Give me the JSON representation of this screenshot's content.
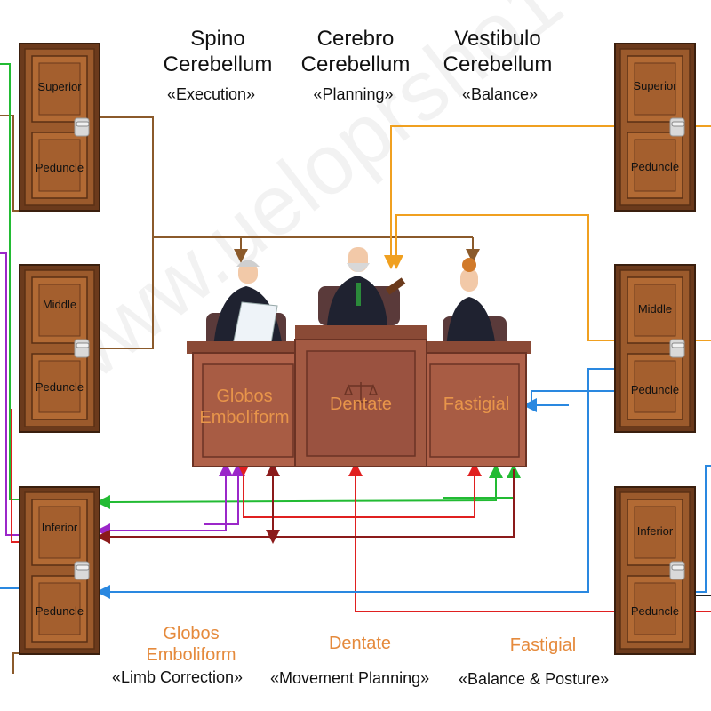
{
  "headers": [
    {
      "line1": "Spino",
      "line2": "Cerebellum",
      "role": "«Execution»"
    },
    {
      "line1": "Cerebro",
      "line2": "Cerebellum",
      "role": "«Planning»"
    },
    {
      "line1": "Vestibulo",
      "line2": "Cerebellum",
      "role": "«Balance»"
    }
  ],
  "left_doors": {
    "superior": {
      "top": "Superior",
      "bottom": "Peduncle"
    },
    "middle": {
      "top": "Middle",
      "bottom": "Peduncle"
    },
    "inferior": {
      "top": "Inferior",
      "bottom": "Peduncle"
    }
  },
  "right_doors": {
    "superior": {
      "top": "Superior",
      "bottom": "Peduncle"
    },
    "middle": {
      "top": "Middle",
      "bottom": "Peduncle"
    },
    "inferior": {
      "top": "Inferior",
      "bottom": "Peduncle"
    }
  },
  "desk": {
    "left_line1": "Globos",
    "left_line2": "Emboliform",
    "center": "Dentate",
    "right": "Fastigial"
  },
  "bottom_nuclei": {
    "globos_line1": "Globos",
    "globos_line2": "Emboliform",
    "dentate": "Dentate",
    "fastigial": "Fastigial"
  },
  "functions": {
    "limb": "«Limb Correction»",
    "movement": "«Movement Planning»",
    "balance": "«Balance & Posture»"
  },
  "watermark": "www.ueloprsho1",
  "colors": {
    "brown": "#8b5a2b",
    "orange": "#f0a020",
    "green": "#22bb33",
    "purple": "#9b27c9",
    "red": "#e02020",
    "darkred": "#8b1a1a",
    "blue": "#2a88e0",
    "text_orange": "#e58a3c"
  }
}
